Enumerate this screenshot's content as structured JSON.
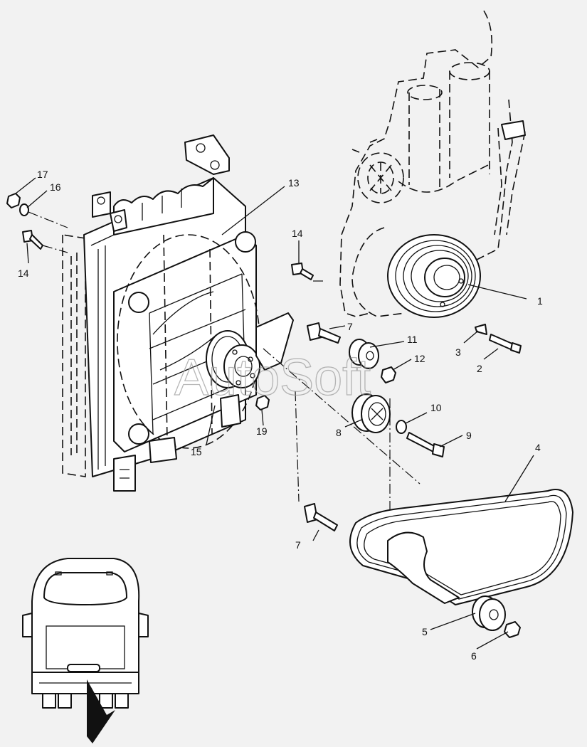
{
  "watermark": "AutoSoft",
  "bus_logo_text": "",
  "callouts": [
    {
      "id": "c1",
      "label": "1"
    },
    {
      "id": "c2",
      "label": "2"
    },
    {
      "id": "c3",
      "label": "3"
    },
    {
      "id": "c4",
      "label": "4"
    },
    {
      "id": "c5",
      "label": "5"
    },
    {
      "id": "c6",
      "label": "6"
    },
    {
      "id": "c7a",
      "label": "7"
    },
    {
      "id": "c7b",
      "label": "7"
    },
    {
      "id": "c8",
      "label": "8"
    },
    {
      "id": "c9",
      "label": "9"
    },
    {
      "id": "c10",
      "label": "10"
    },
    {
      "id": "c11",
      "label": "11"
    },
    {
      "id": "c12",
      "label": "12"
    },
    {
      "id": "c13",
      "label": "13"
    },
    {
      "id": "c14a",
      "label": "14"
    },
    {
      "id": "c14b",
      "label": "14"
    },
    {
      "id": "c15",
      "label": "15"
    },
    {
      "id": "c16",
      "label": "16"
    },
    {
      "id": "c17",
      "label": "17"
    },
    {
      "id": "c19",
      "label": "19"
    }
  ],
  "colors": {
    "line": "#111111",
    "background": "#f2f2f2",
    "watermark": "#999999"
  }
}
